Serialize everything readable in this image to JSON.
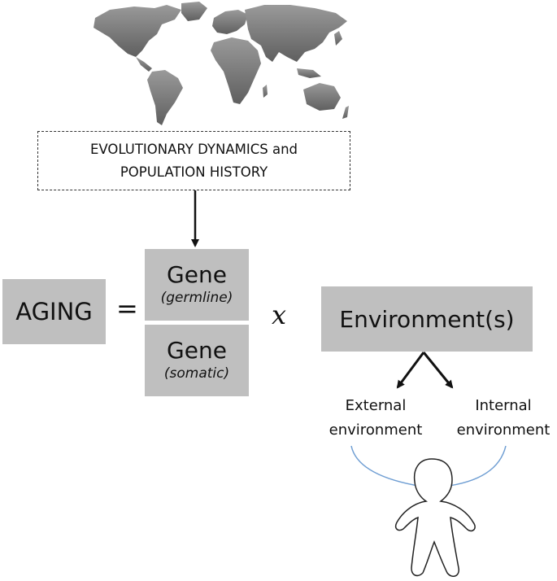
{
  "evolution": {
    "line1": "EVOLUTIONARY DYNAMICS and",
    "line2": "POPULATION HISTORY"
  },
  "equation": {
    "aging": "AGING",
    "equals": "=",
    "gene_germline": {
      "title": "Gene",
      "subtitle": "(germline)"
    },
    "gene_somatic": {
      "title": "Gene",
      "subtitle": "(somatic)"
    },
    "times": "x",
    "environment": "Environment(s)"
  },
  "environments": {
    "external": {
      "line1": "External",
      "line2": "environment"
    },
    "internal": {
      "line1": "Internal",
      "line2": "environment"
    }
  },
  "colors": {
    "box_fill": "#bfbfbf",
    "map_fill": "#7a7a7a",
    "curved_arrow": "#6f9ed3"
  },
  "icons": [
    "world-map",
    "human-figure"
  ]
}
